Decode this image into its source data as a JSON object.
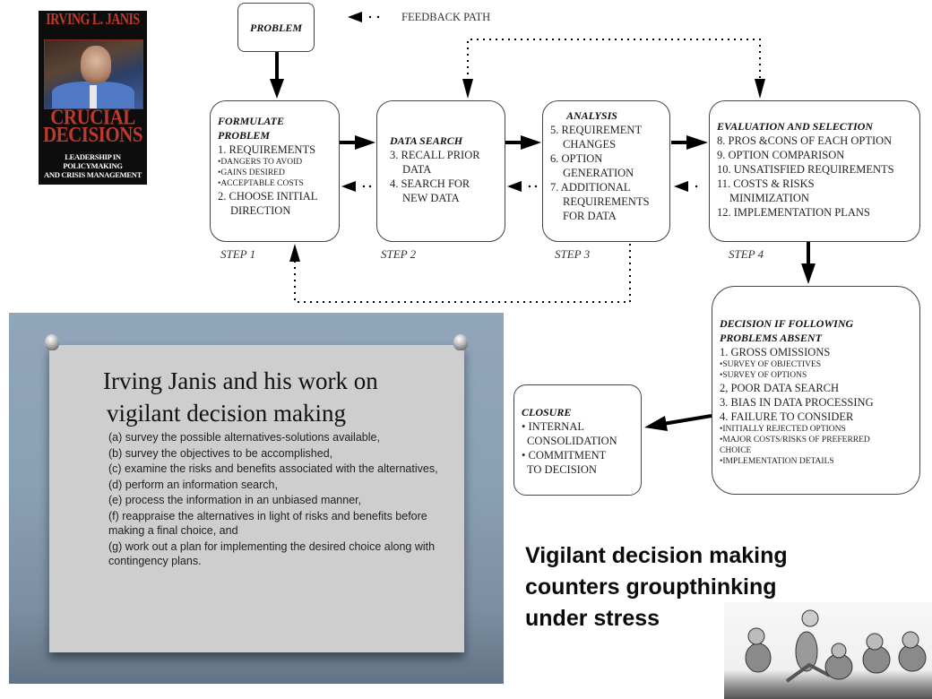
{
  "book": {
    "author": "IRVING L. JANIS",
    "title_line1": "CRUCIAL",
    "title_line2": "DECISIONS",
    "subtitle_line1": "LEADERSHIP IN POLICYMAKING",
    "subtitle_line2": "AND CRISIS MANAGEMENT"
  },
  "diagram": {
    "legend": {
      "label": "FEEDBACK PATH",
      "icon": "dotted-arrow-left"
    },
    "problem": {
      "label": "PROBLEM"
    },
    "steps": [
      {
        "step_label": "STEP 1",
        "heading_line1": "FORMULATE",
        "heading_line2": "PROBLEM",
        "lines": [
          "1. REQUIREMENTS",
          "•DANGERS TO AVOID",
          "•GAINS DESIRED",
          "•ACCEPTABLE COSTS",
          "2. CHOOSE INITIAL",
          "DIRECTION"
        ]
      },
      {
        "step_label": "STEP 2",
        "heading": "DATA SEARCH",
        "lines": [
          "3. RECALL PRIOR",
          "DATA",
          "4. SEARCH FOR",
          "NEW DATA"
        ]
      },
      {
        "step_label": "STEP 3",
        "heading": "ANALYSIS",
        "lines": [
          "5. REQUIREMENT",
          "CHANGES",
          "6. OPTION",
          "GENERATION",
          "7. ADDITIONAL",
          "REQUIREMENTS",
          "FOR DATA"
        ]
      },
      {
        "step_label": "STEP 4",
        "heading": "EVALUATION AND  SELECTION",
        "lines": [
          "8.  PROS &CONS OF EACH OPTION",
          "9. OPTION COMPARISON",
          "10. UNSATISFIED REQUIREMENTS",
          "11. COSTS & RISKS",
          "MINIMIZATION",
          "12. IMPLEMENTATION PLANS"
        ]
      }
    ],
    "decision": {
      "heading_line1": "DECISION IF FOLLOWING",
      "heading_line2": "PROBLEMS ABSENT",
      "lines": [
        "1. GROSS OMISSIONS",
        "•SURVEY OF  OBJECTIVES",
        "•SURVEY OF OPTIONS",
        "2, POOR DATA SEARCH",
        "3. BIAS IN DATA PROCESSING",
        "4. FAILURE TO CONSIDER",
        "•INITIALLY REJECTED OPTIONS",
        "•MAJOR COSTS/RISKS OF PREFERRED",
        "CHOICE",
        "•IMPLEMENTATION DETAILS"
      ]
    },
    "closure": {
      "heading": "CLOSURE",
      "lines": [
        "• INTERNAL",
        "CONSOLIDATION",
        "• COMMITMENT",
        "TO DECISION"
      ]
    }
  },
  "slide": {
    "title_line1": "Irving Janis and his work on",
    "title_line2": "vigilant decision making",
    "items": [
      "(a) survey the possible alternatives-solutions available,",
      "(b) survey the objectives to be accomplished,",
      "(c) examine the risks and benefits associated with the alternatives,",
      "(d) perform an information search,",
      "(e) process the information in an unbiased manner,",
      "(f) reappraise the alternatives in light of risks and benefits before making a final choice, and",
      "(g) work out a plan for implementing the desired choice along with contingency plans."
    ]
  },
  "caption": {
    "line1": "Vigilant decision making",
    "line2": "counters groupthinking",
    "line3": "under stress"
  },
  "colors": {
    "book_red": "#c0392b",
    "slide_blue": "#8aa0b4",
    "paper_gray": "#cecece"
  }
}
